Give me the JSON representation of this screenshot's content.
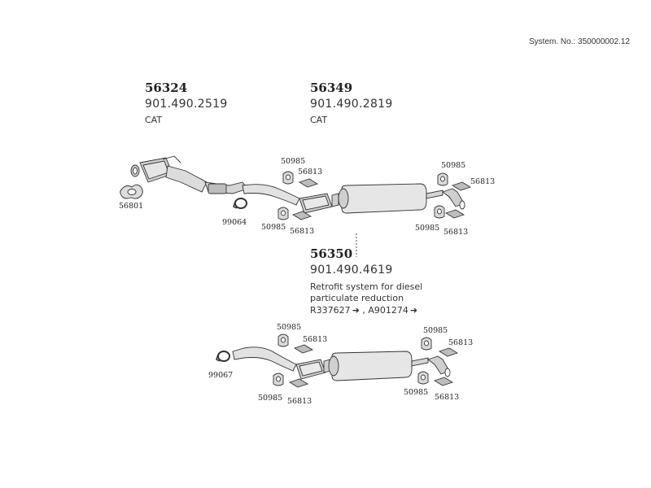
{
  "system_no": "System. No.: 350000002.12",
  "products": [
    {
      "number": "56324",
      "code": "901.490.2519",
      "desc": "CAT"
    },
    {
      "number": "56349",
      "code": "901.490.2819",
      "desc": "CAT"
    },
    {
      "number": "56350",
      "code": "901.490.4619",
      "desc_lines": [
        "Retrofit system for diesel",
        "particulate reduction"
      ],
      "refs": [
        "R337627",
        "A901274"
      ],
      "ref_sep": ","
    }
  ],
  "labels": {
    "top": [
      "56801",
      "99064",
      "50985",
      "56813",
      "50985",
      "56813",
      "50985",
      "56813",
      "50985",
      "56813"
    ],
    "bottom": [
      "99067",
      "50985",
      "56813",
      "50985",
      "56813",
      "50985",
      "56813",
      "50985",
      "56813"
    ]
  },
  "colors": {
    "line": "#333333",
    "fill_light": "#e6e6e6",
    "fill_mid": "#cfcfcf",
    "fill_dark": "#9a9a9a"
  }
}
